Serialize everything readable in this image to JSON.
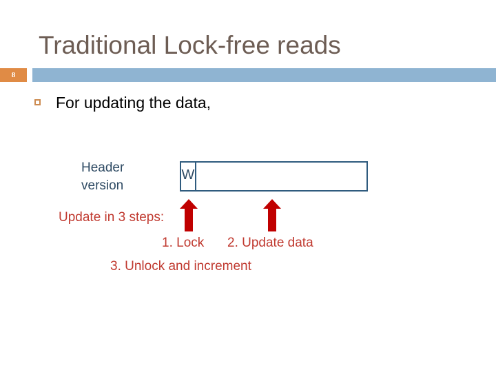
{
  "slide": {
    "title": "Traditional Lock-free reads",
    "number": "8",
    "title_color": "#6d5d54",
    "accent_bar_color": "#8fb4d2",
    "badge_color": "#e08b45"
  },
  "body": {
    "bullets": [
      {
        "marker": "square-outline-bullet",
        "text": "For updating the data,"
      }
    ]
  },
  "diagram": {
    "header_version_label": "Header\nversion",
    "record": {
      "writer_flag_label": "W",
      "data_cell_label": ""
    },
    "arrows": [
      {
        "name": "lock-arrow",
        "color": "#c00000",
        "direction": "up"
      },
      {
        "name": "update-data-arrow",
        "color": "#c00000",
        "direction": "up"
      }
    ],
    "steps_intro": "Update in 3 steps:",
    "steps": [
      "1. Lock",
      "2. Update data",
      "3. Unlock and increment"
    ],
    "label_color": "#2e4a63",
    "step_color": "#c0392f",
    "box_border_color": "#2f5b7e"
  }
}
